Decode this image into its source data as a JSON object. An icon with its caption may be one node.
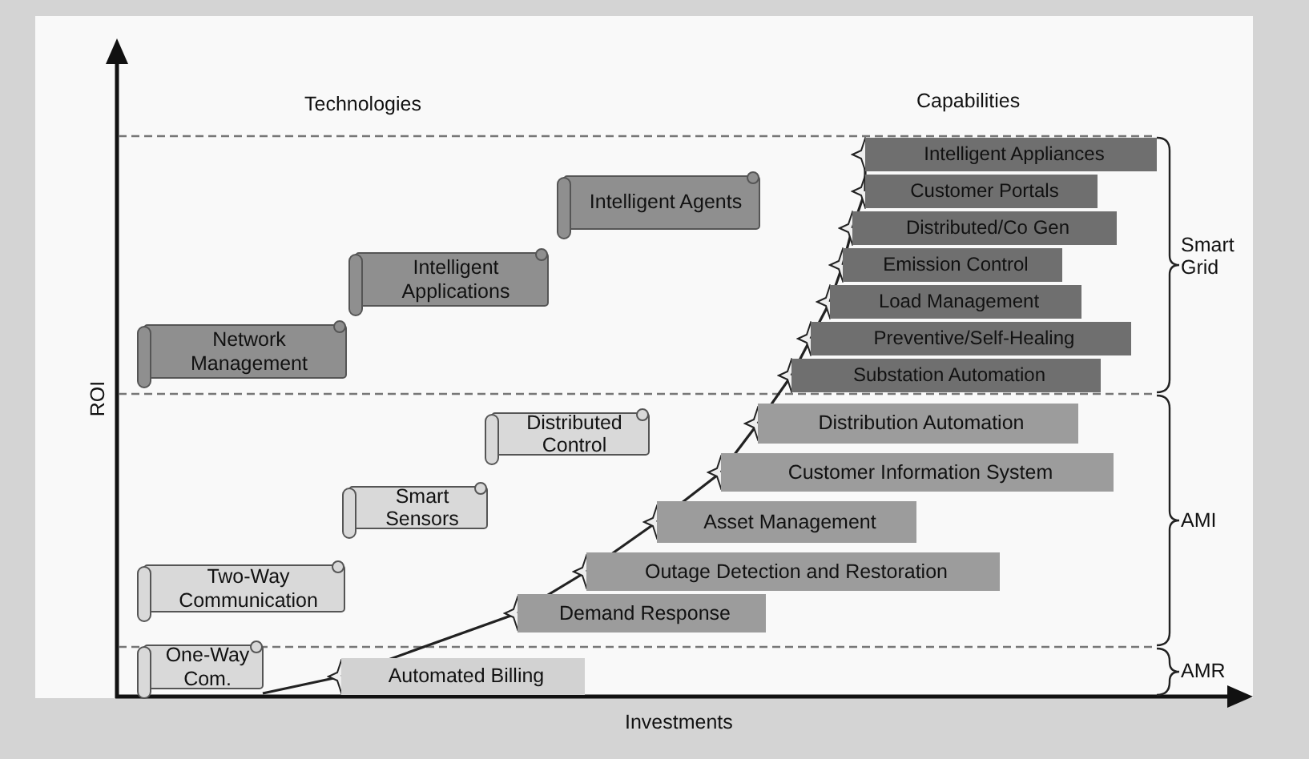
{
  "diagram": {
    "nodes": [
      {
        "text": [
          "Network Management"
        ]
      },
      {
        "text": [
          "Intelligent Applications"
        ]
      },
      {
        "text": [
          "Intelligent Agents"
        ]
      },
      {
        "text": [
          "Distributed Control"
        ]
      },
      {
        "text": [
          "Smart Sensors"
        ]
      },
      {
        "text": [
          "Two-Way Communication"
        ]
      },
      {
        "text": [
          "One-Way Com."
        ]
      },
      {
        "text": [
          "Intelligent Appliances"
        ]
      },
      {
        "text": [
          "Customer Portals"
        ]
      },
      {
        "text": [
          "Distributed/Co Gen"
        ]
      },
      {
        "text": [
          "Emission Control"
        ]
      },
      {
        "text": [
          "Load Management"
        ]
      },
      {
        "text": [
          "Preventive/Self-Healing"
        ]
      },
      {
        "text": [
          "Substation Automation"
        ]
      },
      {
        "text": [
          "Distribution Automation"
        ]
      },
      {
        "text": [
          "Customer Information System"
        ]
      },
      {
        "text": [
          "Asset Management"
        ]
      },
      {
        "text": [
          "Outage Detection and Restoration"
        ]
      },
      {
        "text": [
          "Demand Response"
        ]
      },
      {
        "text": [
          "Automated Billing"
        ]
      }
    ],
    "edges": [
      {
        "from": 6,
        "to": 19,
        "arrow": "other"
      },
      {
        "from": 19,
        "to": 18,
        "arrow": "other"
      },
      {
        "from": 18,
        "to": 17,
        "arrow": "other"
      },
      {
        "from": 17,
        "to": 16,
        "arrow": "other"
      },
      {
        "from": 16,
        "to": 15,
        "arrow": "other"
      },
      {
        "from": 15,
        "to": 14,
        "arrow": "other"
      },
      {
        "from": 14,
        "to": 13,
        "arrow": "other"
      },
      {
        "from": 13,
        "to": 12,
        "arrow": "other"
      },
      {
        "from": 12,
        "to": 11,
        "arrow": "other"
      },
      {
        "from": 11,
        "to": 10,
        "arrow": "other"
      },
      {
        "from": 10,
        "to": 9,
        "arrow": "other"
      },
      {
        "from": 9,
        "to": 8,
        "arrow": "other"
      },
      {
        "from": 8,
        "to": 7,
        "arrow": "other"
      }
    ],
    "labels": [
      "Technologies",
      "Capabilities",
      "Smart Grid",
      "AMI",
      "AMR",
      "ROI",
      "Investments"
    ]
  }
}
